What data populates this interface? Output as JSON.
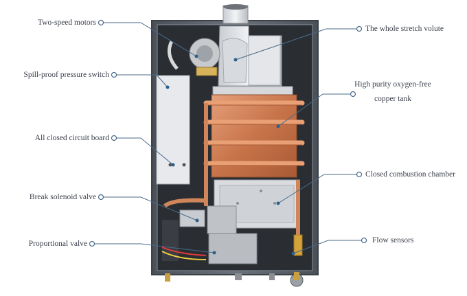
{
  "callouts_left": [
    {
      "id": "two-speed-motors",
      "text": "Two-speed motors"
    },
    {
      "id": "spill-proof-pressure-switch",
      "text": "Spill-proof pressure switch"
    },
    {
      "id": "all-closed-circuit-board",
      "text": "All closed circuit board"
    },
    {
      "id": "break-solenoid-valve",
      "text": "Break solenoid valve"
    },
    {
      "id": "proportional-valve",
      "text": "Proportional valve"
    }
  ],
  "callouts_right": [
    {
      "id": "whole-stretch-volute",
      "text": "The whole stretch volute"
    },
    {
      "id": "copper-tank",
      "text": "High purity oxygen-free copper tank",
      "line1": "High purity oxygen-free",
      "line2": "copper tank"
    },
    {
      "id": "closed-combustion-chamber",
      "text": "Closed combustion chamber"
    },
    {
      "id": "flow-sensors",
      "text": "Flow sensors"
    }
  ],
  "colors": {
    "leader_line": "#4a6a8a",
    "cabinet": "#5c636c",
    "copper": "#c8744a",
    "text": "#3a3f4a"
  }
}
